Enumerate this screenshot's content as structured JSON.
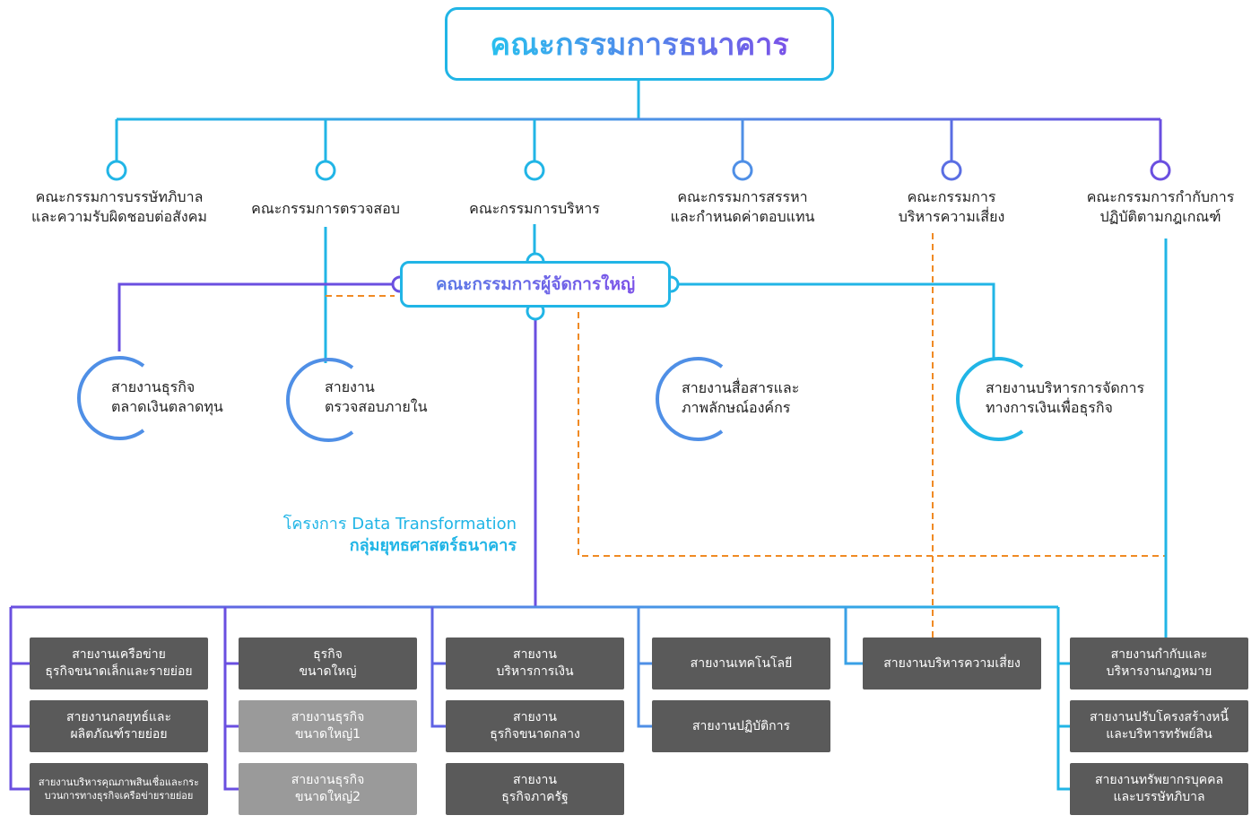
{
  "board": {
    "title": "คณะกรรมการธนาคาร"
  },
  "committees": [
    {
      "label": "คณะกรรมการบรรษัทภิบาล\nและความรับผิดชอบต่อสังคม"
    },
    {
      "label": "คณะกรรมการตรวจสอบ"
    },
    {
      "label": "คณะกรรมการบริหาร"
    },
    {
      "label": "คณะกรรมการสรรหา\nและกำหนดค่าตอบแทน"
    },
    {
      "label": "คณะกรรมการ\nบริหารความเสี่ยง"
    },
    {
      "label": "คณะกรรมการกำกับการ\nปฏิบัติตามกฎเกณฑ์"
    }
  ],
  "ceo": {
    "title": "คณะกรรมการผู้จัดการใหญ่"
  },
  "units": [
    {
      "label": "สายงานธุรกิจ\nตลาดเงินตลาดทุน"
    },
    {
      "label": "สายงาน\nตรวจสอบภายใน"
    },
    {
      "label": "สายงานสื่อสารและ\nภาพลักษณ์องค์กร"
    },
    {
      "label": "สายงานบริหารการจัดการ\nทางการเงินเพื่อธุรกิจ"
    }
  ],
  "project": {
    "line1": "โครงการ Data Transformation",
    "line2": "กลุ่มยุทธศาสตร์ธนาคาร"
  },
  "divisions": [
    {
      "label": "สายงานเครือข่าย\nธุรกิจขนาดเล็กและรายย่อย"
    },
    {
      "label": "สายงานกลยุทธ์และ\nผลิตภัณฑ์รายย่อย"
    },
    {
      "label": "สายงานบริหารคุณภาพสินเชื่อและกระ\nบวนการทางธุรกิจเครือข่ายรายย่อย"
    },
    {
      "label": "ธุรกิจ\nขนาดใหญ่"
    },
    {
      "label": "สายงานธุรกิจ\nขนาดใหญ่1"
    },
    {
      "label": "สายงานธุรกิจ\nขนาดใหญ่2"
    },
    {
      "label": "สายงาน\nบริหารการเงิน"
    },
    {
      "label": "สายงาน\nธุรกิจขนาดกลาง"
    },
    {
      "label": "สายงาน\nธุรกิจภาครัฐ"
    },
    {
      "label": "สายงานเทคโนโลยี"
    },
    {
      "label": "สายงานปฏิบัติการ"
    },
    {
      "label": "สายงานบริหารความเสี่ยง"
    },
    {
      "label": "สายงานกำกับและ\nบริหารงานกฎหมาย"
    },
    {
      "label": "สายงานปรับโครงสร้างหนี้\nและบริหารทรัพย์สิน"
    },
    {
      "label": "สายงานทรัพยากรบุคคล\nและบรรษัทภิบาล"
    }
  ],
  "colors": {
    "cyan": "#21b5e6",
    "blue": "#4f8fe6",
    "purple": "#6a4fe0",
    "orange": "#f08a24",
    "box_dark": "#5a5a5a",
    "box_light": "#9a9a9a"
  }
}
